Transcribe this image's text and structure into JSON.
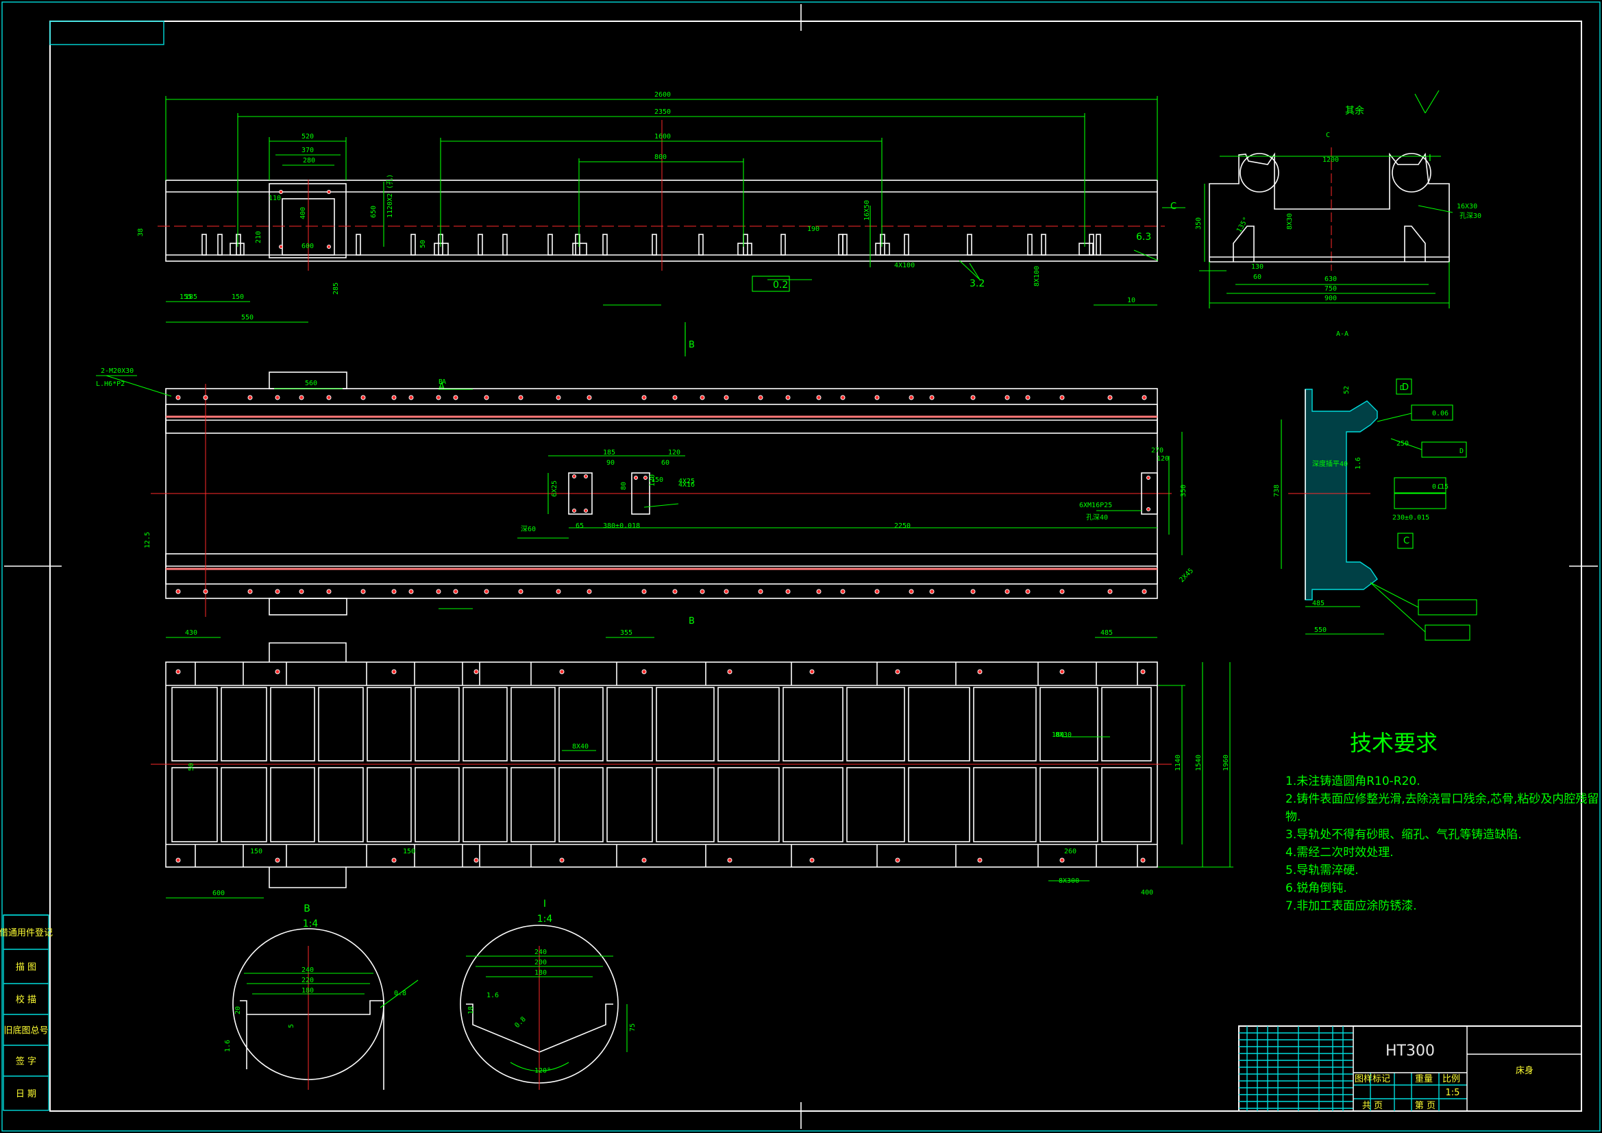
{
  "colors": {
    "background": "#000000",
    "outline": "#ffffff",
    "dimension": "#00ff00",
    "center": "#ff2a2a",
    "frame": "#00dcdc",
    "title_text": "#ffff33"
  },
  "views": {
    "front_dims": [
      "2600",
      "2350",
      "1600",
      "800",
      "520",
      "370",
      "280",
      "110",
      "38",
      "210",
      "650",
      "600",
      "400",
      "150",
      "185",
      "550",
      "155",
      "190",
      "16X50",
      "4X100",
      "8X100",
      "10",
      "285",
      "1120X2 (孔)",
      "50"
    ],
    "section_aa": {
      "label": "A-A",
      "view_label": "C",
      "dims": [
        "1200",
        "630",
        "750",
        "900",
        "350",
        "130",
        "60",
        "135°",
        "16X30",
        "8X30",
        "孔深30"
      ]
    },
    "plan_dims": [
      "2-M20X30",
      "L.H6*P2",
      "560",
      "185",
      "120",
      "90",
      "60",
      "150",
      "120",
      "80",
      "6X25",
      "4X25",
      "270",
      "120",
      "350",
      "2250",
      "380±0.018",
      "65",
      "4X16",
      "深60",
      "6XM16P25",
      "孔深40",
      "12.5",
      "2X45",
      "A",
      "B"
    ],
    "bottom_dims": [
      "430",
      "355",
      "485",
      "150",
      "150",
      "600",
      "180",
      "260",
      "1140",
      "1540",
      "1960",
      "8X30",
      "8X40",
      "8X300",
      "400",
      "50"
    ],
    "detail_b": {
      "title": "B",
      "scale": "1:4",
      "dims": [
        "240",
        "220",
        "180",
        "20",
        "5",
        "0.8",
        "1.6"
      ]
    },
    "detail_i": {
      "title": "I",
      "scale": "1:4",
      "dims": [
        "240",
        "200",
        "180",
        "120°",
        "1.6",
        "0.8",
        "18",
        "75"
      ]
    },
    "section_d": {
      "dims": [
        "0.06",
        "D",
        "0.15",
        "C",
        "1.6",
        "230±0.015",
        "250",
        "485",
        "550",
        "738",
        "深度插平40",
        "52"
      ]
    },
    "roughness": [
      "6.3",
      "3.2",
      "其余"
    ],
    "flatness": [
      "0.2"
    ],
    "section_labels": [
      "A",
      "B",
      "C",
      "B",
      "I",
      "D",
      "C"
    ]
  },
  "notes": {
    "title": "技术要求",
    "items": [
      "1.未注铸造圆角R10-R20.",
      "2.铸件表面应修整光滑,去除浇冒口残余,芯骨,粘砂及内腔残留",
      "  物.",
      "3.导轨处不得有砂眼、缩孔、气孔等铸造缺陷.",
      "4.需经二次时效处理.",
      "5.导轨需淬硬.",
      "6.锐角倒钝.",
      "7.非加工表面应涂防锈漆."
    ]
  },
  "left_strip": [
    "借通用件登记",
    "描 图",
    "校 描",
    "旧底图总号",
    "签 字",
    "日 期"
  ],
  "title_block": {
    "material": "HT300",
    "part_name": "床身",
    "scale": "1:5",
    "cells": [
      "图样标记",
      "重量",
      "比例",
      "共 页",
      "第 页"
    ]
  }
}
